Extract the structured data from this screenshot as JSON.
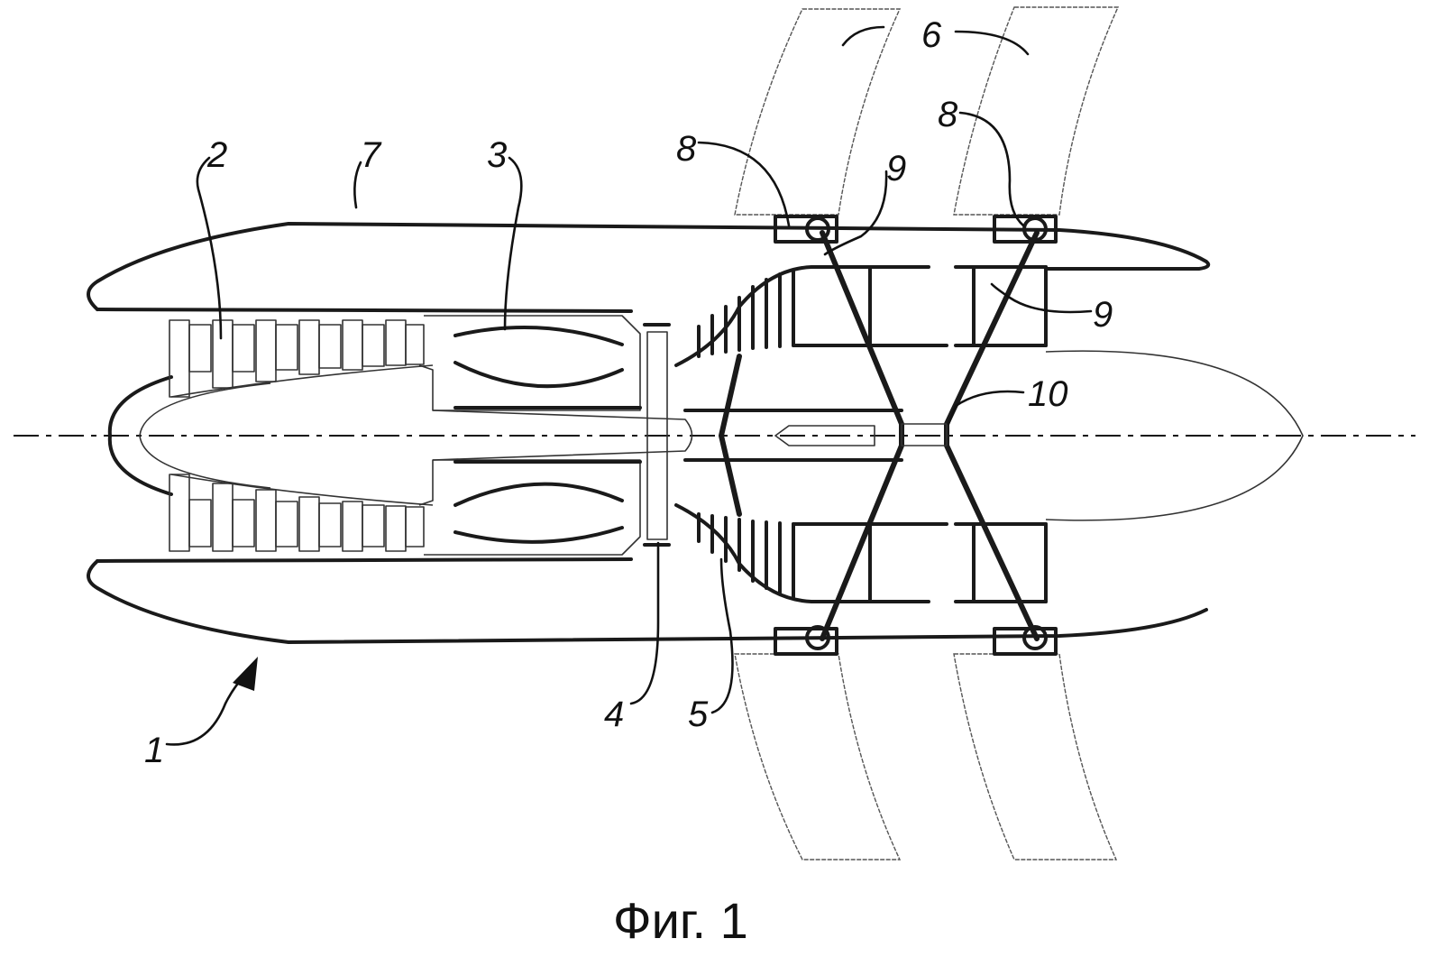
{
  "caption": "Фиг. 1",
  "labels": {
    "l1": "1",
    "l2": "2",
    "l3": "3",
    "l4": "4",
    "l5": "5",
    "l6": "6",
    "l7": "7",
    "l8a": "8",
    "l8b": "8",
    "l9a": "9",
    "l9b": "9",
    "l10": "10"
  }
}
